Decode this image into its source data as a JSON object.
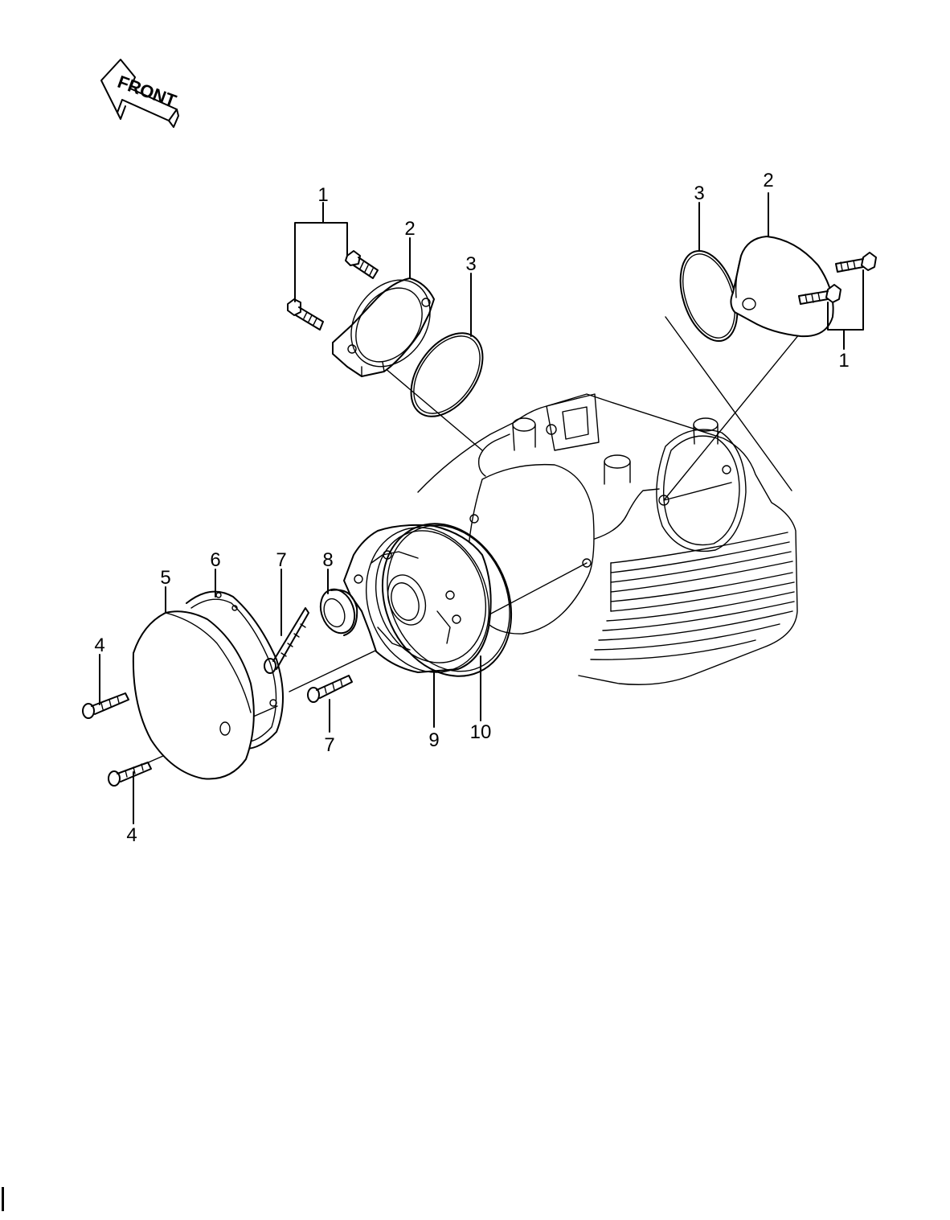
{
  "front_label": "FRONT",
  "callouts": {
    "c1a": "1",
    "c2a": "2",
    "c3a": "3",
    "c3b": "3",
    "c2b": "2",
    "c1b": "1",
    "c5": "5",
    "c6": "6",
    "c7a": "7",
    "c8": "8",
    "c4a": "4",
    "c7b": "7",
    "c9": "9",
    "c10": "10",
    "c4b": "4"
  },
  "colors": {
    "ink": "#000000",
    "paper": "#ffffff"
  }
}
